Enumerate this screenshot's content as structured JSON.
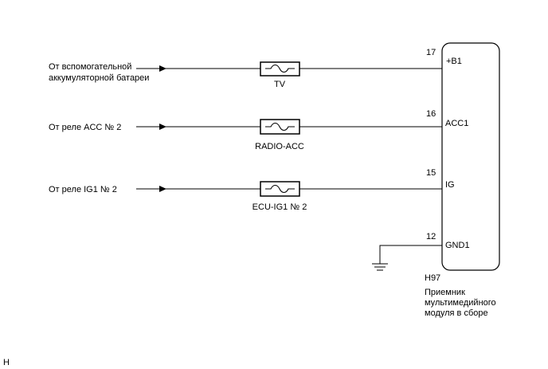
{
  "circuits": [
    {
      "source_lines": [
        "От вспомогательной",
        "аккумуляторной батареи"
      ],
      "fuse": "TV",
      "pin": "17",
      "terminal": "+B1"
    },
    {
      "source_lines": [
        "От реле ACC № 2"
      ],
      "fuse": "RADIO-ACC",
      "pin": "16",
      "terminal": "ACC1"
    },
    {
      "source_lines": [
        "От реле IG1 № 2"
      ],
      "fuse": "ECU-IG1 № 2",
      "pin": "15",
      "terminal": "IG"
    }
  ],
  "ground": {
    "pin": "12",
    "terminal": "GND1"
  },
  "connector": {
    "code": "H97",
    "name_lines": [
      "Приемник",
      "мультимедийного",
      "модуля в сборе"
    ]
  },
  "corner_mark": "H"
}
